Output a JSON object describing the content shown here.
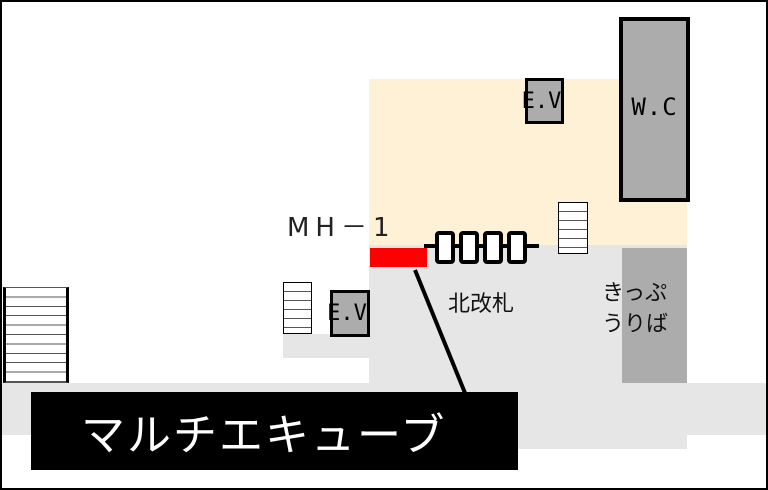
{
  "map": {
    "elevator_top_label": "E.V",
    "elevator_left_label": "E.V",
    "restroom_label": "W.C",
    "manhole_label": "MH－1",
    "gate_label": "北改札",
    "ticket_office_label_line1": "きっぷ",
    "ticket_office_label_line2": "うりば",
    "callout_label": "マルチエキューブ",
    "colors": {
      "concourse": "#fff1d6",
      "floor": "#e6e6e6",
      "facility": "#acacac",
      "marker": "#ff0000",
      "callout_bg": "#000000",
      "callout_text": "#ffffff"
    }
  }
}
